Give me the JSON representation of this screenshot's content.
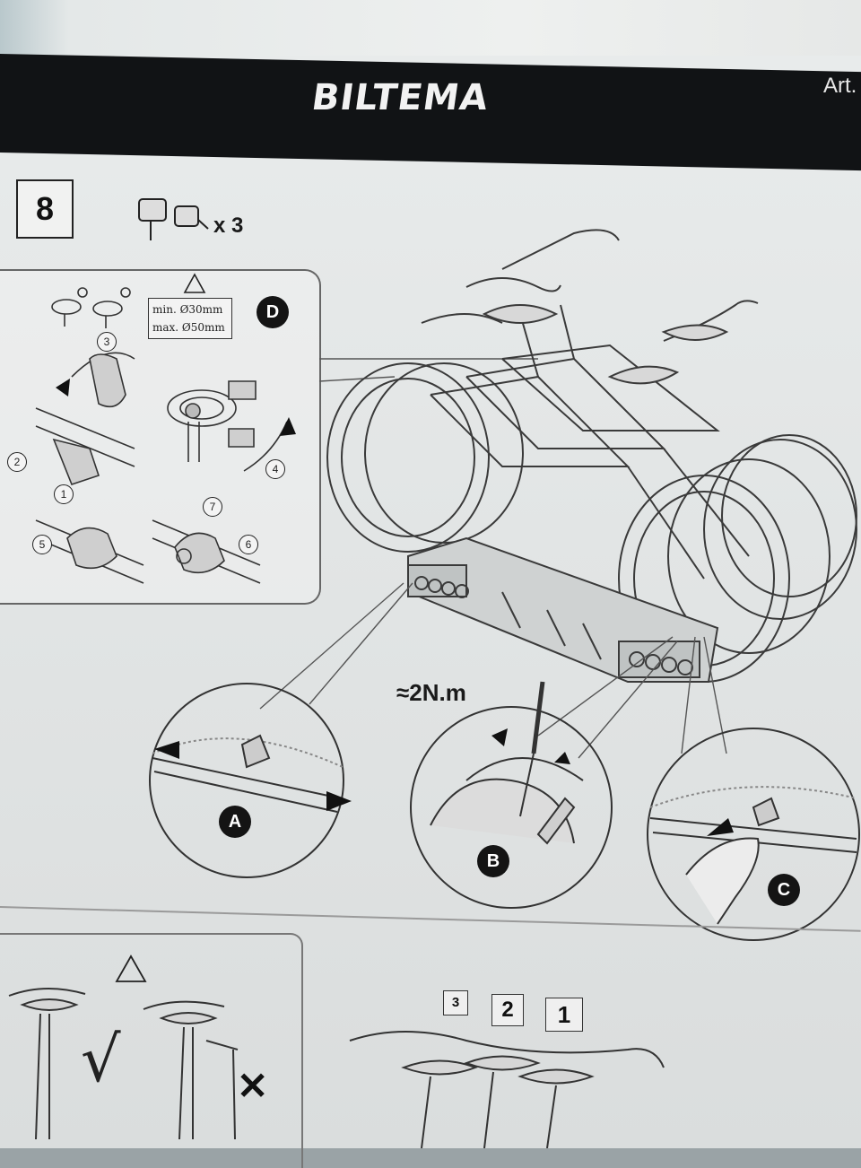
{
  "header": {
    "brand": "BILTEMA",
    "article_prefix": "Art."
  },
  "step": {
    "number": "8",
    "key_count": "x 3"
  },
  "detail_panel": {
    "label": "D",
    "warning_symbol": "⚠",
    "spec_min": "min. Ø30mm",
    "spec_max": "max. Ø50mm",
    "sub_steps": [
      "1",
      "2",
      "3",
      "4",
      "5",
      "6",
      "7"
    ]
  },
  "callouts": {
    "torque": "≈2N.m",
    "a_label": "A",
    "b_label": "B",
    "c_label": "C"
  },
  "lower_section": {
    "warning_symbol": "⚠",
    "check_mark": "√",
    "cross_mark": "✕",
    "positions": [
      "3",
      "2",
      "1"
    ]
  }
}
